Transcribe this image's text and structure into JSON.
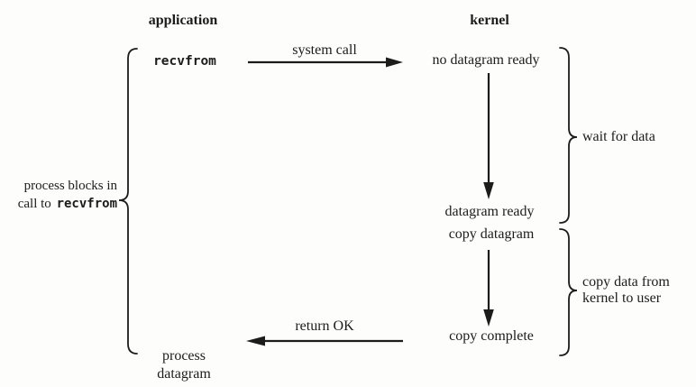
{
  "columns": {
    "application": "application",
    "kernel": "kernel"
  },
  "application": {
    "recvfrom": "recvfrom",
    "process_line1": "process",
    "process_line2": "datagram"
  },
  "kernel": {
    "no_datagram_ready": "no datagram ready",
    "datagram_ready": "datagram ready",
    "copy_datagram": "copy datagram",
    "copy_complete": "copy complete"
  },
  "arrows": {
    "system_call": "system call",
    "return_ok": "return OK"
  },
  "annotations": {
    "blocks_line1": "process blocks in",
    "blocks_line2_text": "call to",
    "blocks_line2_code": "recvfrom",
    "wait_for_data": "wait for data",
    "copy_line1": "copy data from",
    "copy_line2": "kernel to user"
  },
  "colors": {
    "ink": "#1c1c1c",
    "background": "#fdfdfc"
  }
}
